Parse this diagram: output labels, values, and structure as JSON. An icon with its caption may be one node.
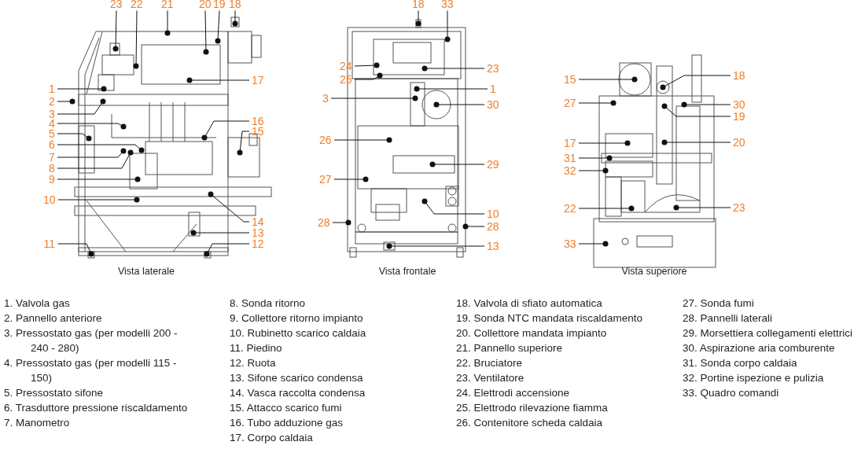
{
  "diagram": {
    "nodes": [
      {
        "text": [
          "23"
        ]
      },
      {
        "text": [
          "22"
        ]
      },
      {
        "text": [
          "21"
        ]
      },
      {
        "text": [
          "20"
        ]
      },
      {
        "text": [
          "19"
        ]
      },
      {
        "text": [
          "18"
        ]
      },
      {
        "text": [
          "1"
        ]
      },
      {
        "text": [
          "2"
        ]
      },
      {
        "text": [
          "3"
        ]
      },
      {
        "text": [
          "4"
        ]
      },
      {
        "text": [
          "5"
        ]
      },
      {
        "text": [
          "6"
        ]
      },
      {
        "text": [
          "7"
        ]
      },
      {
        "text": [
          "8"
        ]
      },
      {
        "text": [
          "9"
        ]
      },
      {
        "text": [
          "10"
        ]
      },
      {
        "text": [
          "11"
        ]
      },
      {
        "text": [
          "17"
        ]
      },
      {
        "text": [
          "16"
        ]
      },
      {
        "text": [
          "15"
        ]
      },
      {
        "text": [
          "14"
        ]
      },
      {
        "text": [
          "13"
        ]
      },
      {
        "text": [
          "12"
        ]
      },
      {
        "text": [
          "18"
        ]
      },
      {
        "text": [
          "33"
        ]
      },
      {
        "text": [
          "24"
        ]
      },
      {
        "text": [
          "25"
        ]
      },
      {
        "text": [
          "3"
        ]
      },
      {
        "text": [
          "26"
        ]
      },
      {
        "text": [
          "27"
        ]
      },
      {
        "text": [
          "28"
        ]
      },
      {
        "text": [
          "23"
        ]
      },
      {
        "text": [
          "1"
        ]
      },
      {
        "text": [
          "30"
        ]
      },
      {
        "text": [
          "29"
        ]
      },
      {
        "text": [
          "10"
        ]
      },
      {
        "text": [
          "28"
        ]
      },
      {
        "text": [
          "13"
        ]
      },
      {
        "text": [
          "15"
        ]
      },
      {
        "text": [
          "27"
        ]
      },
      {
        "text": [
          "17"
        ]
      },
      {
        "text": [
          "31"
        ]
      },
      {
        "text": [
          "32"
        ]
      },
      {
        "text": [
          "22"
        ]
      },
      {
        "text": [
          "33"
        ]
      },
      {
        "text": [
          "18"
        ]
      },
      {
        "text": [
          "30"
        ]
      },
      {
        "text": [
          "19"
        ]
      },
      {
        "text": [
          "20"
        ]
      },
      {
        "text": [
          "23"
        ]
      },
      {
        "text": [],
        "shape": "picture",
        "beside": [
          "Vista laterale"
        ]
      },
      {
        "text": [],
        "shape": "picture",
        "beside": [
          "Vista frontale"
        ]
      },
      {
        "text": [],
        "shape": "picture",
        "beside": [
          "Vista superiore"
        ]
      }
    ],
    "edges": [
      {
        "from": 0,
        "to": 50,
        "arrow": "other"
      },
      {
        "from": 1,
        "to": 50,
        "arrow": "other"
      },
      {
        "from": 2,
        "to": 50,
        "arrow": "other"
      },
      {
        "from": 3,
        "to": 50,
        "arrow": "other"
      },
      {
        "from": 4,
        "to": 50,
        "arrow": "other"
      },
      {
        "from": 5,
        "to": 50,
        "arrow": "other"
      },
      {
        "from": 6,
        "to": 50,
        "arrow": "other"
      },
      {
        "from": 7,
        "to": 50,
        "arrow": "other"
      },
      {
        "from": 8,
        "to": 50,
        "arrow": "other"
      },
      {
        "from": 9,
        "to": 50,
        "arrow": "other"
      },
      {
        "from": 10,
        "to": 50,
        "arrow": "other"
      },
      {
        "from": 11,
        "to": 50,
        "arrow": "other"
      },
      {
        "from": 12,
        "to": 50,
        "arrow": "other"
      },
      {
        "from": 13,
        "to": 50,
        "arrow": "other"
      },
      {
        "from": 14,
        "to": 50,
        "arrow": "other"
      },
      {
        "from": 15,
        "to": 50,
        "arrow": "other"
      },
      {
        "from": 16,
        "to": 50,
        "arrow": "other"
      },
      {
        "from": 17,
        "to": 50,
        "arrow": "other"
      },
      {
        "from": 18,
        "to": 50,
        "arrow": "other"
      },
      {
        "from": 19,
        "to": 50,
        "arrow": "other"
      },
      {
        "from": 20,
        "to": 50,
        "arrow": "other"
      },
      {
        "from": 21,
        "to": 50,
        "arrow": "other"
      },
      {
        "from": 22,
        "to": 50,
        "arrow": "other"
      },
      {
        "from": 23,
        "to": 51,
        "arrow": "other"
      },
      {
        "from": 24,
        "to": 51,
        "arrow": "other"
      },
      {
        "from": 25,
        "to": 51,
        "arrow": "other"
      },
      {
        "from": 26,
        "to": 51,
        "arrow": "other"
      },
      {
        "from": 27,
        "to": 51,
        "arrow": "other"
      },
      {
        "from": 28,
        "to": 51,
        "arrow": "other"
      },
      {
        "from": 29,
        "to": 51,
        "arrow": "other"
      },
      {
        "from": 30,
        "to": 51,
        "arrow": "other"
      },
      {
        "from": 31,
        "to": 51,
        "arrow": "other"
      },
      {
        "from": 32,
        "to": 51,
        "arrow": "other"
      },
      {
        "from": 33,
        "to": 51,
        "arrow": "other"
      },
      {
        "from": 34,
        "to": 51,
        "arrow": "other"
      },
      {
        "from": 35,
        "to": 51,
        "arrow": "other"
      },
      {
        "from": 36,
        "to": 51,
        "arrow": "other"
      },
      {
        "from": 37,
        "to": 51,
        "arrow": "other"
      },
      {
        "from": 38,
        "to": 52,
        "arrow": "other"
      },
      {
        "from": 39,
        "to": 52,
        "arrow": "other"
      },
      {
        "from": 40,
        "to": 52,
        "arrow": "other"
      },
      {
        "from": 41,
        "to": 52,
        "arrow": "other"
      },
      {
        "from": 42,
        "to": 52,
        "arrow": "other"
      },
      {
        "from": 43,
        "to": 52,
        "arrow": "other"
      },
      {
        "from": 44,
        "to": 52,
        "arrow": "other"
      },
      {
        "from": 45,
        "to": 52,
        "arrow": "other"
      },
      {
        "from": 46,
        "to": 52,
        "arrow": "other"
      },
      {
        "from": 47,
        "to": 52,
        "arrow": "other"
      },
      {
        "from": 48,
        "to": 52,
        "arrow": "other"
      },
      {
        "from": 49,
        "to": 52,
        "arrow": "other"
      }
    ],
    "labels": [
      "1. Valvola gas",
      "2. Pannello anteriore",
      "3. Pressostato gas (per modelli 200 - 240 - 280)",
      "4. Pressostato gas (per modelli 115 - 150)",
      "5. Pressostato sifone",
      "6. Trasduttore pressione riscaldamento",
      "7. Manometro",
      "8. Sonda ritorno",
      "9. Collettore ritorno impianto",
      "10. Rubinetto scarico caldaia",
      "11. Piedino",
      "12. Ruota",
      "13. Sifone scarico condensa",
      "14. Vasca raccolta condensa",
      "15. Attacco scarico fumi",
      "16. Tubo adduzione gas",
      "17. Corpo caldaia",
      "18. Valvola di sfiato automatica",
      "19. Sonda NTC mandata riscaldamento",
      "20. Collettore mandata impianto",
      "21. Pannello superiore",
      "22. Bruciatore",
      "23. Ventilatore",
      "24. Elettrodi accensione",
      "25. Elettrodo rilevazione fiamma",
      "26. Contenitore scheda caldaia",
      "27. Sonda fumi",
      "28. Pannelli laterali",
      "29. Morsettiera collegamenti elettrici",
      "30. Aspirazione aria comburente",
      "31. Sonda corpo caldaia",
      "32. Portine ispezione e pulizia",
      "33. Quadro comandi"
    ]
  }
}
